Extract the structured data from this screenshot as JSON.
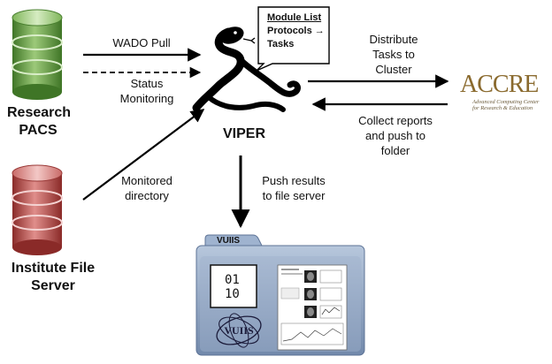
{
  "nodes": {
    "research_pacs": "Research\nPACS",
    "institute_server": "Institute File\nServer",
    "viper": "VIPER",
    "accre_logo": "ACCRE",
    "accre_subtitle": "Advanced Computing Center\nfor Research & Education",
    "folder_tab": "VUIIS",
    "folder_binary": "01\n10"
  },
  "edges": {
    "wado_pull": "WADO Pull",
    "status_monitoring": "Status\nMonitoring",
    "monitored_directory": "Monitored\ndirectory",
    "distribute": "Distribute\nTasks to\nCluster",
    "collect": "Collect reports\nand push to\nfolder",
    "push_results": "Push results\nto file server"
  },
  "callout": {
    "title": "Module List",
    "line1": "Protocols →",
    "line2": "Tasks"
  },
  "colors": {
    "pacs_db": "#5f9a3a",
    "server_db": "#b84c4a",
    "folder": "#8fa6c4",
    "accre": "#b78a3e"
  },
  "icons": [
    "database-icon",
    "python-snake-icon",
    "folder-icon",
    "binary-icon",
    "vuiis-logo-icon",
    "document-thumbnail-icon",
    "accre-logo-icon"
  ]
}
